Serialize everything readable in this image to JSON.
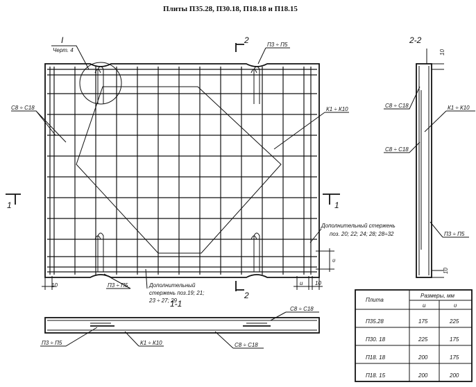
{
  "title": "Плиты П35.28, П30.18, П18.18 и П18.15",
  "plan": {
    "callout_num": "I",
    "callout_ref": "Черт. 4",
    "section_2": "2",
    "section_1": "1",
    "label_p3_p5_top": "П3 ÷ П5",
    "label_c8_c18": "С8 ÷ С18",
    "label_k1_k10": "К1 ÷ К10",
    "label_extra_rod_right_1": "Дополнительный стержень",
    "label_extra_rod_right_2": "поз. 20; 22; 24; 28; 28÷32",
    "label_p3_p5_bottom": "П3 ÷ П5",
    "label_extra_rod_bottom_1": "Дополнительный",
    "label_extra_rod_bottom_2": "стержень поз.19; 21;",
    "label_extra_rod_bottom_3": "23 ÷ 27; 29",
    "dim_10_left": "10",
    "dim_u": "u",
    "dim_10_right": "10",
    "dim_v": "υ"
  },
  "section_11": {
    "title": "1-1",
    "label_c8_c18_top": "С8 ÷ С18",
    "label_p3_p5": "П3 ÷ П5",
    "label_k1_k10": "К1 ÷ К10",
    "label_c8_c18_bottom": "С8 ÷ С18"
  },
  "section_22": {
    "title": "2-2",
    "dim_top": "10",
    "label_c8_c18_top": "С8 ÷ С18",
    "label_k1_k10": "К1 ÷ К10",
    "label_c8_c18_mid": "С8 ÷ С18",
    "label_p3_p5": "П3 ÷ П5",
    "dim_bottom": "10"
  },
  "table": {
    "col_plate": "Плита",
    "col_sizes": "Размеры, мм",
    "col_u": "u",
    "col_v": "υ",
    "rows": [
      {
        "plate": "П35.28",
        "u": "175",
        "v": "225"
      },
      {
        "plate": "П30. 18",
        "u": "225",
        "v": "175"
      },
      {
        "plate": "П18. 18",
        "u": "200",
        "v": "175"
      },
      {
        "plate": "П18. 15",
        "u": "200",
        "v": "200"
      }
    ]
  }
}
